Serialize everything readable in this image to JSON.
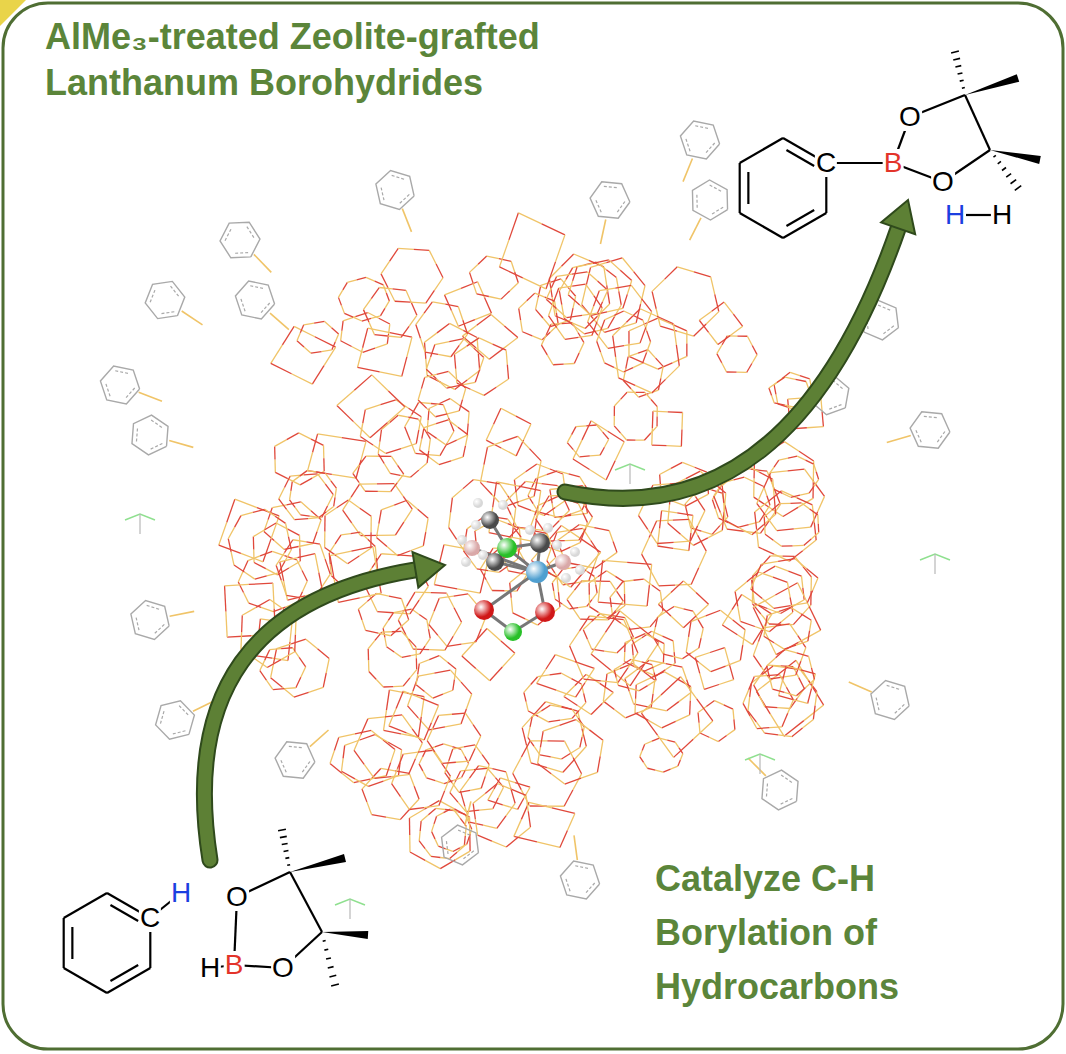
{
  "diagram": {
    "title": "AlMe₃-treated Zeolite-grafted Lanthanum Borohydrides",
    "labels": [
      "O",
      "C",
      "B",
      "O",
      "H",
      "H",
      "H",
      "C",
      "O",
      "H",
      "B",
      "O",
      "Catalyze C-H Borylation of Hydrocarbons"
    ]
  }
}
